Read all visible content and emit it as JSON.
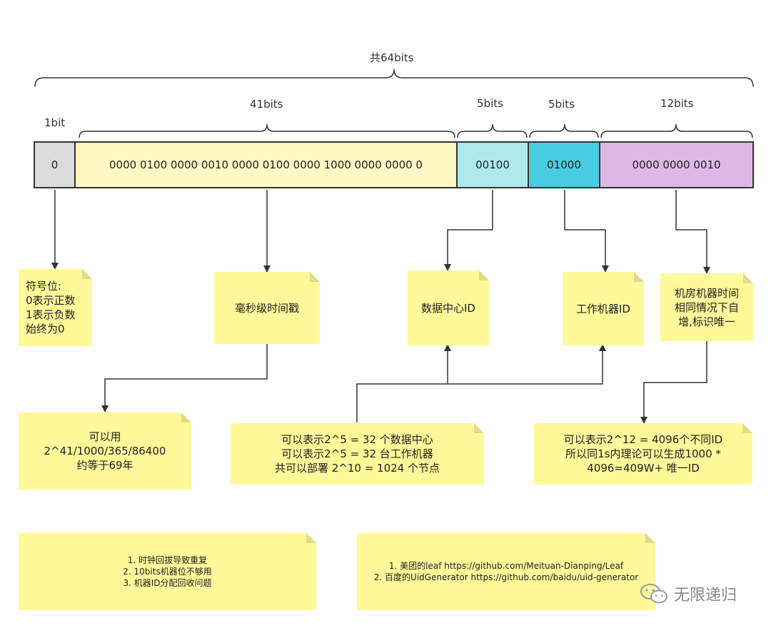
{
  "labels": {
    "total": "共64bits",
    "sign": "1bit",
    "timestamp": "41bits",
    "datacenter": "5bits",
    "worker": "5bits",
    "sequence": "12bits"
  },
  "segments": {
    "sign": "0",
    "timestamp": "0000 0100 0000 0010 0000 0100 0000 1000 0000 0000 0",
    "datacenter": "00100",
    "worker": "01000",
    "sequence": "0000 0000 0010"
  },
  "notes": {
    "sign": [
      "符号位:",
      "0表示正数",
      "1表示负数",
      "始终为0"
    ],
    "timestamp": [
      "毫秒级时间戳"
    ],
    "datacenter": [
      "数据中心ID"
    ],
    "worker": [
      "工作机器ID"
    ],
    "sequence": [
      "机房机器时间",
      "相同情况下自",
      "增,标识唯一"
    ],
    "timestamp_range": [
      "可以用",
      "2^41/1000/365/86400",
      "约等于69年"
    ],
    "nodes": [
      "可以表示2^5 = 32 个数据中心",
      "可以表示2^5 = 32 台工作机器",
      "共可以部署 2^10 = 1024 个节点"
    ],
    "sequence_range": [
      "可以表示2^12 = 4096个不同ID",
      "所以同1s内理论可以生成1000 *",
      "4096=409W+ 唯一ID"
    ],
    "problems": [
      "1. 时钟回拔导致重复",
      "2. 10bits机器位不够用",
      "3. 机器ID分配回收问题"
    ],
    "references": [
      "1. 美团的leaf https://github.com/Meituan-Dianping/Leaf",
      "2. 百度的UidGenerator https://github.com/baidu/uid-generator"
    ]
  },
  "watermark": "无限递归",
  "colors": {
    "sign": "#dcdcdc",
    "timestamp": "#fff8c4",
    "datacenter": "#aee9ef",
    "worker": "#48cde0",
    "sequence": "#dfb6e6",
    "note": "#fff99a",
    "note_fold": "#e2dc8a",
    "line": "#333333"
  }
}
